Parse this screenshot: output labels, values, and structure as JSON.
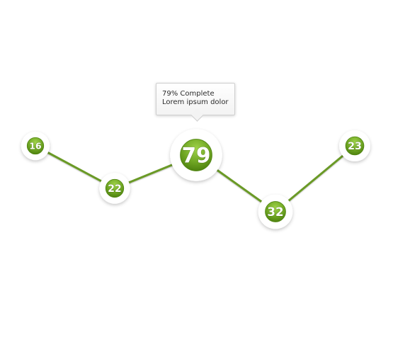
{
  "chart_data": {
    "type": "line",
    "values": [
      16,
      22,
      79,
      32,
      23
    ],
    "title": "",
    "xlabel": "",
    "ylabel": ""
  },
  "tooltip": {
    "line1": "79% Complete",
    "line2": "Lorem ipsum dolor"
  },
  "colors": {
    "line": "#6b9a26",
    "node_light": "#93c83e",
    "node_dark": "#4f8410",
    "halo": "#ffffff",
    "label": "#ffffff"
  }
}
